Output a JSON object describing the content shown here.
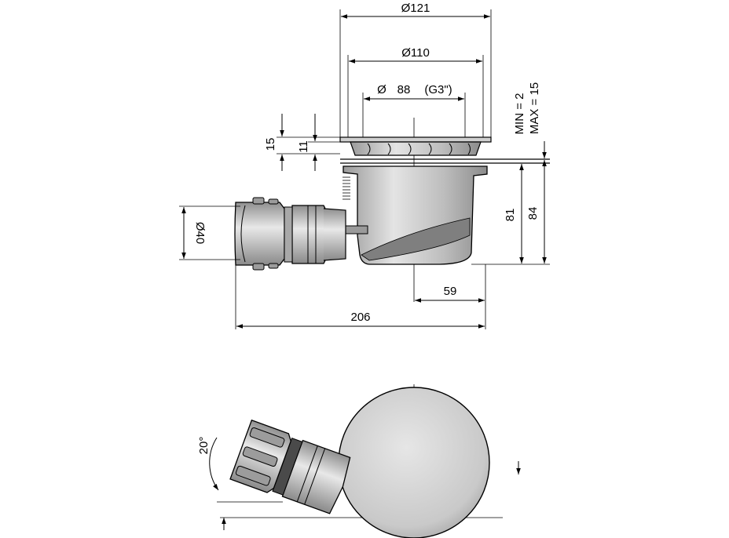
{
  "dimensions": {
    "d121": "Ø121",
    "d110": "Ø110",
    "d88_symbol": "Ø",
    "d88_value": "88",
    "d88_thread": "(G3\")",
    "min": "MIN = 2",
    "max": "MAX = 15",
    "h15": "15",
    "h11": "11",
    "d40": "Ø40",
    "h81": "81",
    "h84": "84",
    "w59": "59",
    "w206": "206",
    "angle20": "20°"
  },
  "colors": {
    "line": "#000000",
    "body_fill": "#c8c8c8",
    "body_dark": "#8a8a8a",
    "cover_fill": "#cfcfcf"
  }
}
